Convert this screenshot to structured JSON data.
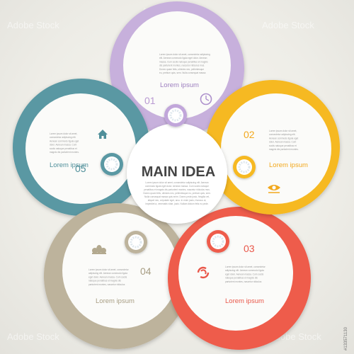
{
  "colors": {
    "purple": "#c9b4dd",
    "yellow": "#f5b921",
    "red": "#ee5a4c",
    "khaki": "#bfb49c",
    "teal": "#5e9da7",
    "ring_inner": "#ffffff"
  },
  "center": {
    "title": "MAIN IDEA",
    "text_lines": [
      "Lorem ipsum dolor sit amet, consectetur adipiscing elit. Aenean",
      "commodo ligula eget dolor. Aenean massa. Cum sociis natoque",
      "penatibus et magnis dis parturient montes, nascetur ridiculus mus.",
      "Donec quam felis, ultricies nec, pellentesque eu, pretium quis, sem.",
      "Nulla consequat massa quis enim. Donec pede justo, fringilla vel,",
      "aliquet nec, vulputate eget, arcu. In enim justo, rhoncus ut,",
      "imperdiet a, venenatis vitae, justo. Nullam dictum felis eu pede."
    ]
  },
  "segments": [
    {
      "number": "01",
      "title": "Lorem ipsum",
      "icon": "clock-icon",
      "color": "#b69cce",
      "text_lines": [
        "Lorem ipsum dolor sit amet, consectetur adipiscing",
        "elit. Aenean commodo ligula eget dolor. Aenean",
        "massa. Cum sociis natoque penatibus et magnis",
        "dis parturient montes, nascetur ridiculus mus.",
        "Donec quam felis, ultricies nec, pellentesque",
        "eu, pretium quis, sem. Nulla consequat massa"
      ]
    },
    {
      "number": "02",
      "title": "Lorem ipsum",
      "icon": "eye-icon",
      "color": "#f2a81d",
      "text_lines": [
        "Lorem ipsum dolor sit amet,",
        "consectetur adipiscing elit.",
        "Aenean commodo ligula eget",
        "dolor. Aenean massa. Cum",
        "sociis natoque penatibus et",
        "magnis dis parturient montes."
      ]
    },
    {
      "number": "03",
      "title": "Lorem ipsum",
      "icon": "swirl-icon",
      "color": "#e9574a",
      "text_lines": [
        "Lorem ipsum dolor sit amet, consectetur",
        "adipiscing elit. Aenean commodo ligula",
        "eget dolor. Aenean massa. Cum sociis",
        "natoque penatibus et magnis dis",
        "parturient montes, nascetur ridiculus"
      ]
    },
    {
      "number": "04",
      "title": "Lorem ipsum",
      "icon": "lotus-icon",
      "color": "#b3a98f",
      "text_lines": [
        "Lorem ipsum dolor sit amet, consectetur",
        "adipiscing elit. Aenean commodo ligula",
        "eget dolor. Aenean massa. Cum sociis",
        "natoque penatibus et magnis dis",
        "parturient montes, nascetur ridiculus"
      ]
    },
    {
      "number": "05",
      "title": "Lorem ipsum",
      "icon": "home-icon",
      "color": "#4f8f9a",
      "text_lines": [
        "Lorem ipsum dolor sit amet,",
        "consectetur adipiscing elit.",
        "Aenean commodo ligula eget",
        "dolor. Aenean massa. Cum",
        "sociis natoque penatibus et",
        "magnis dis parturient montes."
      ]
    }
  ],
  "watermark": {
    "brand": "Adobe Stock",
    "id": "#133571130"
  }
}
